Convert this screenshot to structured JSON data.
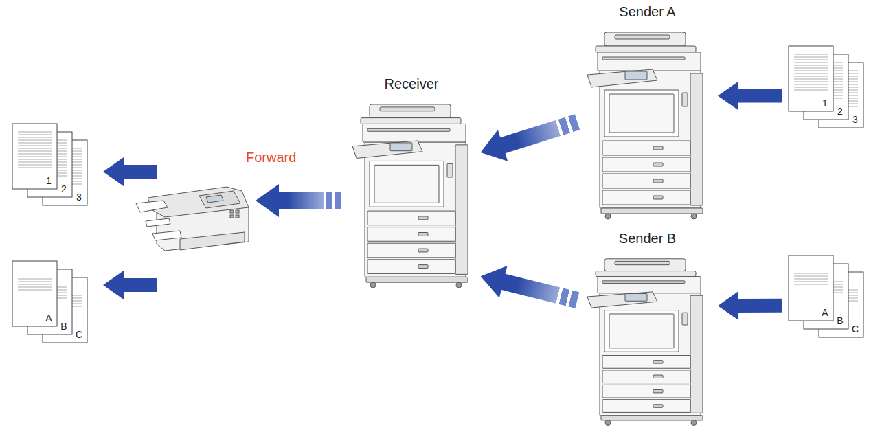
{
  "diagram": {
    "nodes": [
      {
        "text": [
          "Sender A"
        ]
      },
      {
        "text": [
          "1",
          "2",
          "3"
        ]
      },
      {
        "text": [
          "Receiver"
        ]
      },
      {
        "text": [
          "Sender B"
        ]
      },
      {
        "text": [
          "A",
          "B",
          "C"
        ]
      },
      {
        "text": [
          "1",
          "2",
          "3"
        ]
      },
      {
        "text": [
          "A",
          "B",
          "C"
        ]
      }
    ],
    "edges": [
      {
        "from": 1,
        "to": 0,
        "arrow": "to"
      },
      {
        "from": 0,
        "to": 2,
        "arrow": "to"
      },
      {
        "from": 4,
        "to": 3,
        "arrow": "to"
      },
      {
        "from": 3,
        "to": 2,
        "arrow": "to"
      }
    ],
    "labels": [
      "Forward"
    ]
  }
}
